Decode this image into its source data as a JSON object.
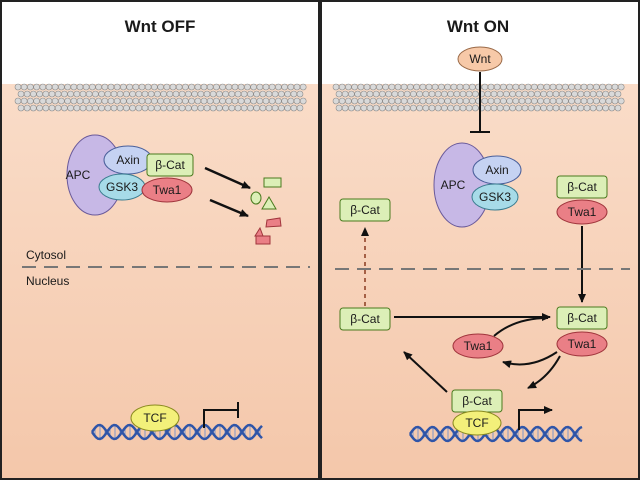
{
  "panels": {
    "off": {
      "title": "Wnt OFF"
    },
    "on": {
      "title": "Wnt ON"
    }
  },
  "compartments": {
    "cytosol": "Cytosol",
    "nucleus": "Nucleus"
  },
  "proteins": {
    "apc": "APC",
    "axin": "Axin",
    "gsk3": "GSK3",
    "beta_cat": "β-Cat",
    "twa1": "Twa1",
    "tcf": "TCF",
    "wnt": "Wnt"
  },
  "colors": {
    "background": "#f6d2b9",
    "panel_border": "#222222",
    "membrane_bead": "#d9d9d9",
    "apc_fill": "#c7b8e6",
    "axin_fill": "#c5d2f2",
    "gsk3_fill": "#a7dbe8",
    "beta_cat_fill": "#dcefb7",
    "twa1_fill": "#ea7f86",
    "tcf_fill": "#f3f07a",
    "wnt_fill": "#f7c9a8",
    "dna_strand": "#2f55a8"
  }
}
